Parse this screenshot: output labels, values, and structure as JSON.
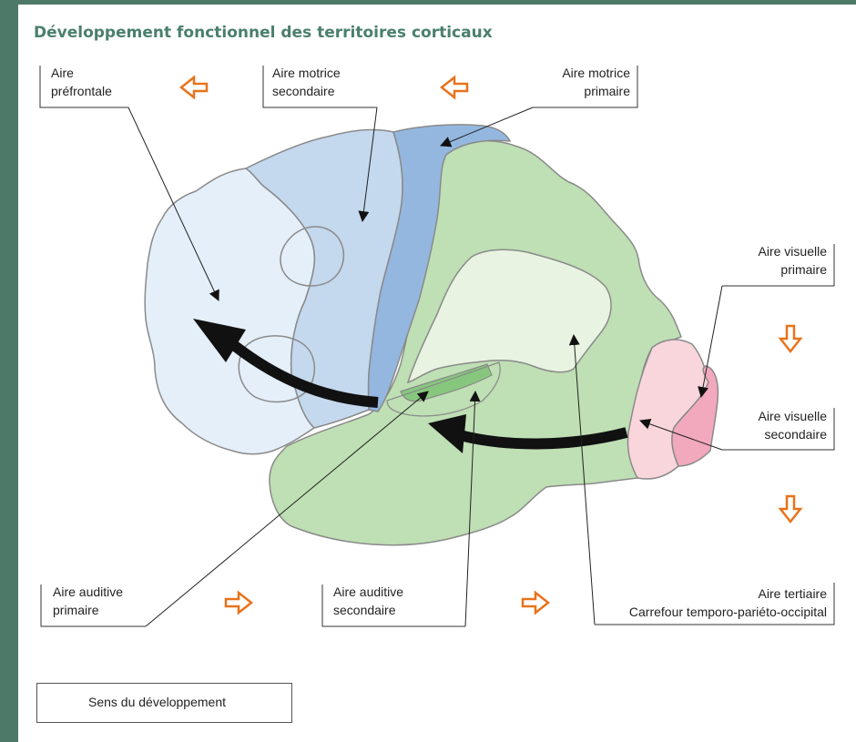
{
  "title": "Développement fonctionnel des territoires corticaux",
  "labels": {
    "prefrontal": [
      "Aire",
      "préfrontale"
    ],
    "motrice_secondaire": [
      "Aire motrice",
      "secondaire"
    ],
    "motrice_primaire": [
      "Aire motrice",
      "primaire"
    ],
    "visuelle_primaire": [
      "Aire visuelle",
      "primaire"
    ],
    "visuelle_secondaire": [
      "Aire visuelle",
      "secondaire"
    ],
    "auditive_primaire": [
      "Aire auditive",
      "primaire"
    ],
    "auditive_secondaire": [
      "Aire auditive",
      "secondaire"
    ],
    "tertiaire": [
      "Aire tertiaire",
      "Carrefour temporo-pariéto-occipital"
    ]
  },
  "legend": {
    "text": "Sens du développement",
    "icon": "orange-outline-arrow-icon"
  },
  "colors": {
    "frame": "#4d7a68",
    "title": "#4a7f6e",
    "prefrontal": "#e4eff9",
    "motor_secondary": "#c4d8ee",
    "motor_primary": "#94b7df",
    "parietal_temporal": "#bfdfb4",
    "tertiary_zone": "#e8f4e1",
    "auditory_primary": "#86c77d",
    "visual_secondary": "#f9d6dc",
    "visual_primary": "#f2a9bd",
    "direction_arrow": "#e8731c"
  }
}
